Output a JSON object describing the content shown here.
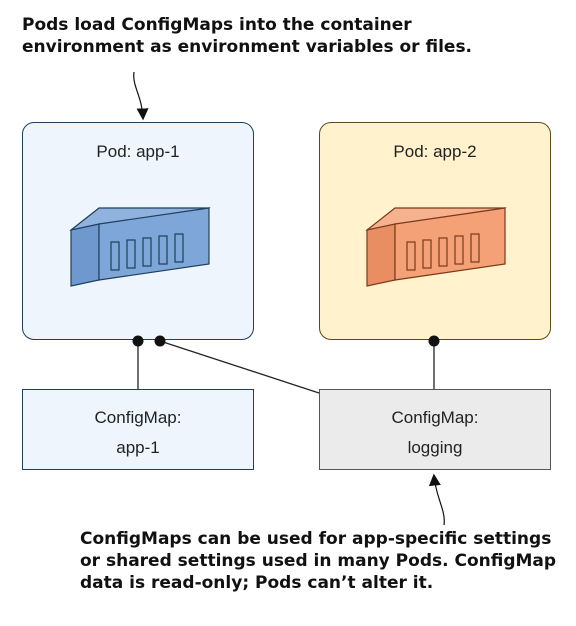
{
  "annotations": {
    "top_line1": "Pods load ConfigMaps into the container",
    "top_line2": "environment as environment variables or files.",
    "bottom_line1": "ConfigMaps can be used for app-specific settings",
    "bottom_line2": "or shared settings used in many Pods. ConfigMap",
    "bottom_line3": "data is read-only; Pods can’t alter it."
  },
  "pods": [
    {
      "title": "Pod: app-1",
      "fill": "#eef5fc",
      "border": "#1f3f5b",
      "icon": "shipping-container-icon",
      "container_color": "#7ea6d8"
    },
    {
      "title": "Pod: app-2",
      "fill": "#fff2cc",
      "border": "#5a4a1a",
      "icon": "shipping-container-icon",
      "container_color": "#f4a177"
    }
  ],
  "configmaps": [
    {
      "label": "ConfigMap:",
      "name": "app-1",
      "fill": "#eef5fc",
      "border": "#1f3f5b"
    },
    {
      "label": "ConfigMap:",
      "name": "logging",
      "fill": "#ebebeb",
      "border": "#555555"
    }
  ]
}
